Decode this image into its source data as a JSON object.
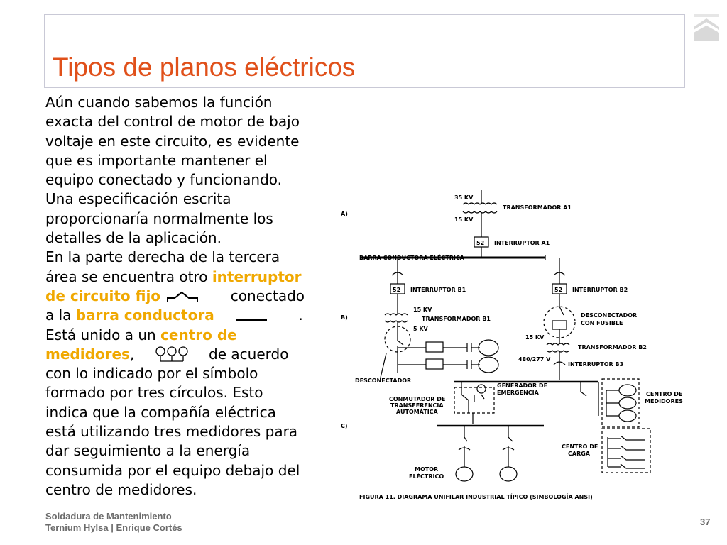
{
  "slide": {
    "title": "Tipos de planos eléctricos",
    "page_number": "37",
    "footer": {
      "line1": "Soldadura de Mantenimiento",
      "line2": "Ternium Hylsa | Enrique Cortés"
    }
  },
  "body": {
    "l1": "Aún cuando sabemos la función",
    "l2": "exacta del control de motor de bajo",
    "l3": "voltaje en este circuito, es evidente",
    "l4": "que es importante mantener el",
    "l5": "equipo conectado y funcionando.",
    "l6": "Una especificación escrita",
    "l7": "proporcionaría normalmente los",
    "l8": "detalles de la aplicación.",
    "l9": "En la parte derecha de la tercera",
    "l10a": "área se encuentra otro ",
    "l10b": "interruptor",
    "l11a": "de circuito fijo",
    "l11b": "conectado",
    "l12a": "a la ",
    "l12b": "barra conductora",
    "l12c": ".",
    "l13a": "Está unido a un ",
    "l13b": "centro de",
    "l14a": "medidores",
    "l14b": ",",
    "l14c": "de acuerdo",
    "l15": "con lo indicado por el símbolo",
    "l16": "formado por tres círculos. Esto",
    "l17": "indica que la compañía eléctrica",
    "l18": "está utilizando tres medidores para",
    "l19": "dar seguimiento a la energía",
    "l20": "consumida por el equipo debajo del",
    "l21": "centro de medidores."
  },
  "colors": {
    "title": "#e0501a",
    "highlight": "#f0a800",
    "footer": "#6b6b6b"
  },
  "icons": {
    "logo": "ternium-logo-icon"
  },
  "diagram": {
    "section_a": "A)",
    "section_b": "B)",
    "section_c": "C)",
    "kv35": "35 KV",
    "kv15_top": "15 KV",
    "transformer_a1": "TRANSFORMADOR A1",
    "breaker_num": "52",
    "breaker_a1": "INTERRUPTOR A1",
    "busbar": "BARRA CONDUCTORA ELÉCTRICA",
    "breaker_b1": "INTERRUPTOR B1",
    "breaker_b2": "INTERRUPTOR B2",
    "kv15_b1": "15 KV",
    "transformer_b1": "TRANSFORMADOR B1",
    "kv5": "5 KV",
    "fused_disc_1": "DESCONECTADOR",
    "fused_disc_2": "CON FUSIBLE",
    "kv15_b2": "15 KV",
    "transformer_b2": "TRANSFORMADOR B2",
    "v480": "480/277 V",
    "breaker_b3": "INTERRUPTOR B3",
    "disconnector": "DESCONECTADOR",
    "generator_1": "GENERADOR DE",
    "generator_2": "EMERGENCIA",
    "ats_1": "CONMUTADOR DE",
    "ats_2": "TRANSFERENCIA",
    "ats_3": "AUTOMÁTICA",
    "meter_center_1": "CENTRO DE",
    "meter_center_2": "MEDIDORES",
    "load_center_1": "CENTRO DE",
    "load_center_2": "CARGA",
    "motor_1": "MOTOR",
    "motor_2": "ELÉCTRICO",
    "caption": "FIGURA 11. DIAGRAMA UNIFILAR INDUSTRIAL TÍPICO (SIMBOLOGÍA ANSI)"
  }
}
